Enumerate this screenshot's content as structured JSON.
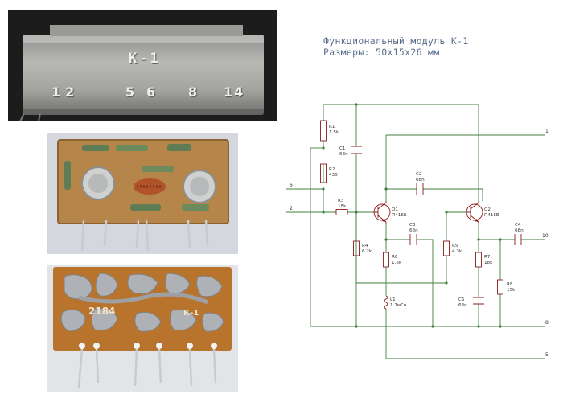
{
  "title": {
    "line1": "Функциональный модуль К-1",
    "line2": "Размеры: 50х15х26 мм"
  },
  "photos": {
    "top": {
      "case_marking": "К-1",
      "pin_numbers": [
        "12",
        "5",
        "6",
        "8",
        "14"
      ]
    },
    "bottom": {
      "board_marking": "2184",
      "board_marking_2": "К-1"
    }
  },
  "schematic": {
    "components": {
      "R1": {
        "ref": "R1",
        "value": "1.5k"
      },
      "R2": {
        "ref": "R2",
        "value": "430"
      },
      "R3": {
        "ref": "R3",
        "value": "18k"
      },
      "R4": {
        "ref": "R4",
        "value": "6.2k"
      },
      "R5": {
        "ref": "R5",
        "value": "4.3k"
      },
      "R6": {
        "ref": "R6",
        "value": "1.5k"
      },
      "R7": {
        "ref": "R7",
        "value": "18k"
      },
      "R8": {
        "ref": "R8",
        "value": "15k"
      },
      "C1": {
        "ref": "C1",
        "value": "68n"
      },
      "C2": {
        "ref": "C2",
        "value": "68n"
      },
      "C3": {
        "ref": "C3",
        "value": "68n"
      },
      "C4": {
        "ref": "C4",
        "value": "68n"
      },
      "C5": {
        "ref": "C5",
        "value": "68n"
      },
      "L1": {
        "ref": "L1",
        "value": "1.7мГн"
      },
      "Q1": {
        "ref": "Q1",
        "value": "П416Б"
      },
      "Q2": {
        "ref": "Q2",
        "value": "П416Б"
      }
    },
    "pins": [
      "1",
      "6",
      "2",
      "10",
      "8",
      "5"
    ]
  },
  "colors": {
    "wire": "#3f7f3f",
    "component": "#8b1a1a",
    "title_text": "#5a6f8f"
  }
}
